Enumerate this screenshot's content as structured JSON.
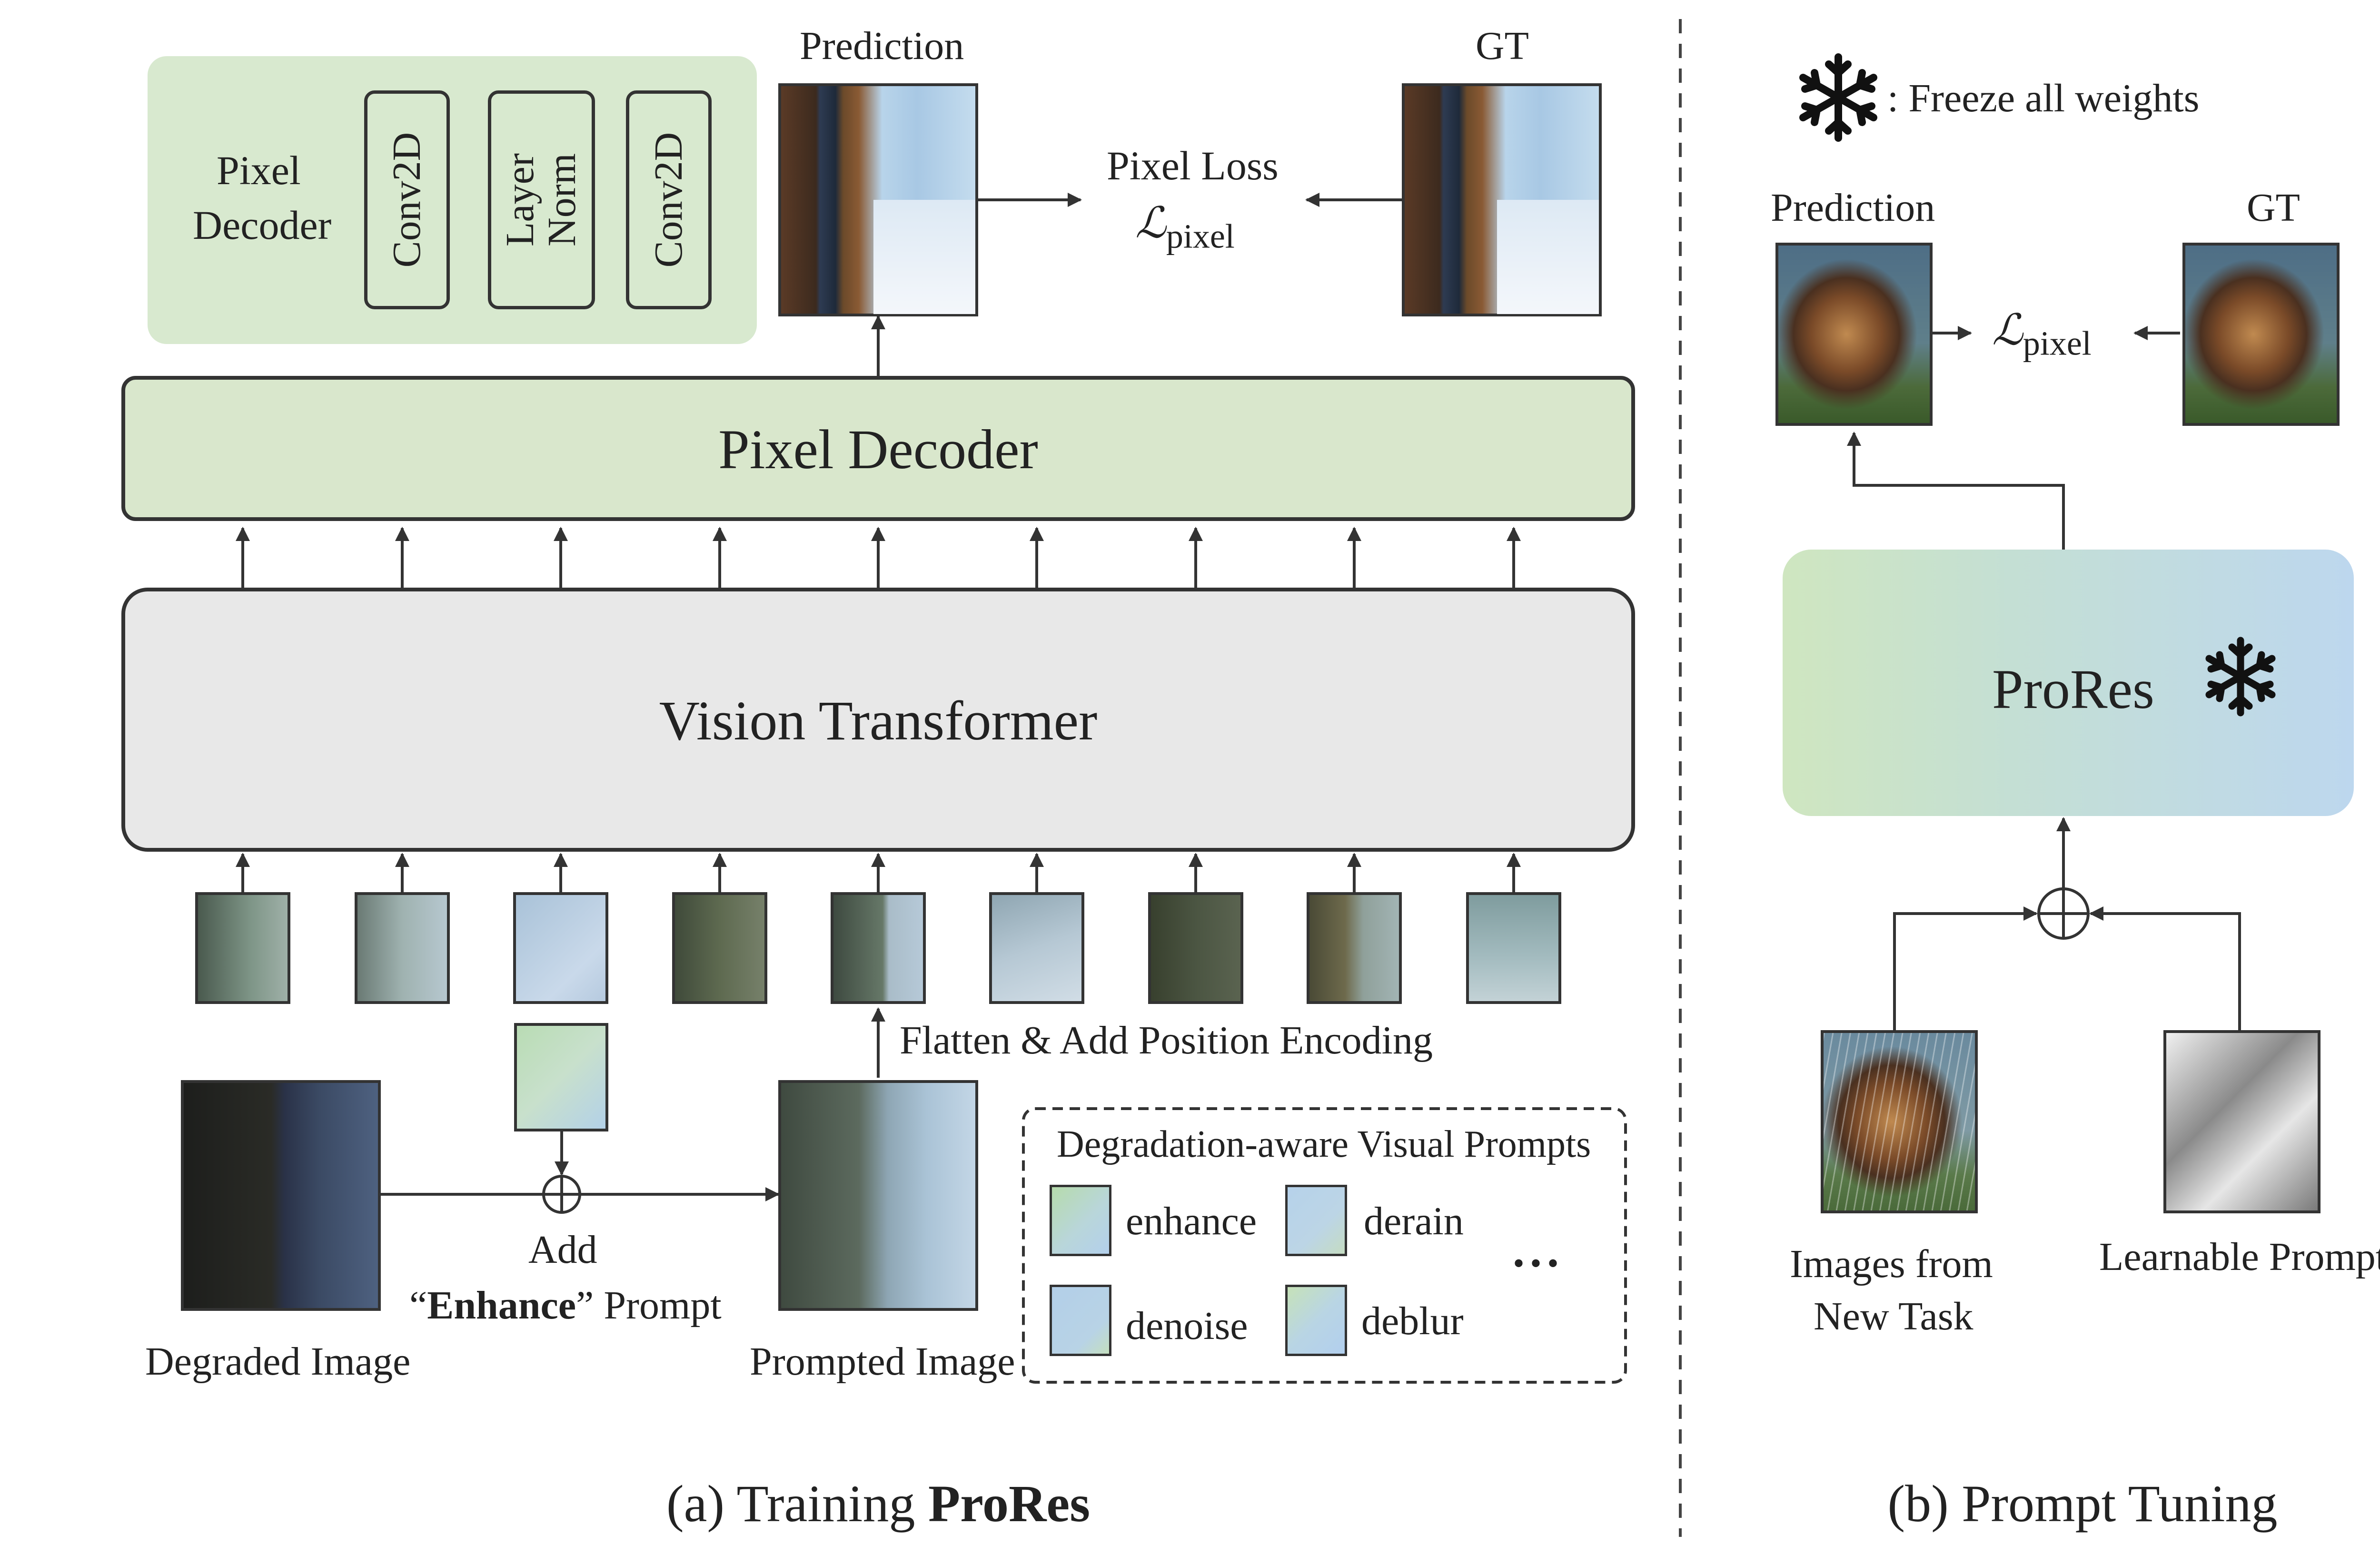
{
  "training": {
    "caption_prefix": "(a) Training ",
    "caption_bold": "ProRes",
    "inner_decoder": {
      "title_line1": "Pixel",
      "title_line2": "Decoder",
      "layers": [
        "Conv2D",
        "Layer Norm",
        "Conv2D"
      ]
    },
    "prediction_label": "Prediction",
    "gt_label": "GT",
    "loss_line1": "Pixel Loss",
    "loss_symbol": "ℒ",
    "loss_sub": "pixel",
    "pixel_decoder_label": "Pixel Decoder",
    "vit_label": "Vision Transformer",
    "flatten_label": "Flatten & Add Position Encoding",
    "degraded_label": "Degraded Image",
    "add_label": "Add",
    "enhance_open": "“",
    "enhance_bold": "Enhance",
    "enhance_rest": "” Prompt",
    "prompted_label": "Prompted Image",
    "legend": {
      "title": "Degradation-aware Visual Prompts",
      "items": [
        "enhance",
        "derain",
        "denoise",
        "deblur"
      ],
      "more": "• • •"
    }
  },
  "tuning": {
    "caption": "(b) Prompt Tuning",
    "freeze_label": ":  Freeze all weights",
    "prediction_label": "Prediction",
    "gt_label": "GT",
    "loss_symbol": "ℒ",
    "loss_sub": "pixel",
    "model_label": "ProRes",
    "images_label_line1": "Images from",
    "images_label_line2": "New Task",
    "prompt_label": "Learnable Prompt"
  },
  "colors": {
    "decoder_green": "#d9e7cc",
    "inner_green": "#d8e9cf",
    "vit_gray": "#e8e8e8",
    "prores_left": "#cfe6c0",
    "prores_right": "#bdd7ee"
  }
}
